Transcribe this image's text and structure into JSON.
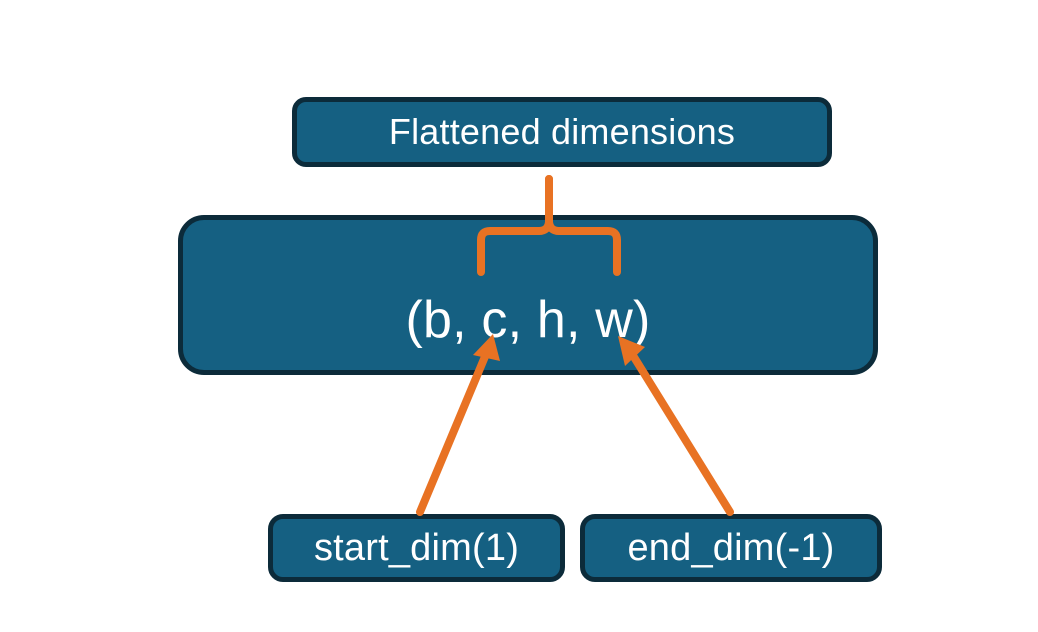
{
  "diagram": {
    "title_box": {
      "label": "Flattened dimensions"
    },
    "tuple_box": {
      "label": "(b, c, h, w)"
    },
    "bottom_boxes": [
      {
        "label": "start_dim(1)"
      },
      {
        "label": "end_dim(-1)"
      }
    ],
    "connectors": {
      "brace": "curly-brace-up",
      "arrow_left": "arrow-up-right",
      "arrow_right": "arrow-up-left"
    },
    "colors": {
      "box_fill": "#156082",
      "box_border": "#0c2b3a",
      "box_text": "#ffffff",
      "connector": "#e87223",
      "background": "#ffffff"
    }
  }
}
